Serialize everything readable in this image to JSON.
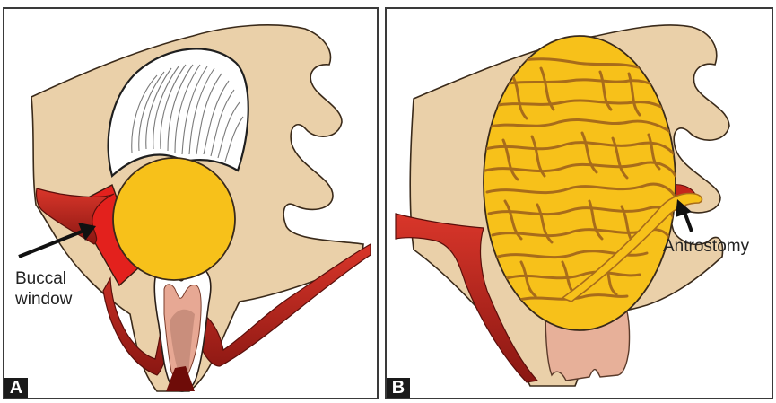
{
  "panels": [
    {
      "letter": "A",
      "callout": [
        "Buccal",
        "window"
      ]
    },
    {
      "letter": "B",
      "callout": [
        "Antrostomy"
      ]
    }
  ],
  "colors": {
    "bone": "#ead0a9",
    "mucosa_red": "#c4261c",
    "mucosa_dark": "#7d1410",
    "window_red": "#e3211d",
    "graft_yellow": "#f7c11a",
    "graft_pattern": "#a86c1a",
    "tooth_pink": "#e7a894",
    "outline": "#3a2a1a"
  }
}
